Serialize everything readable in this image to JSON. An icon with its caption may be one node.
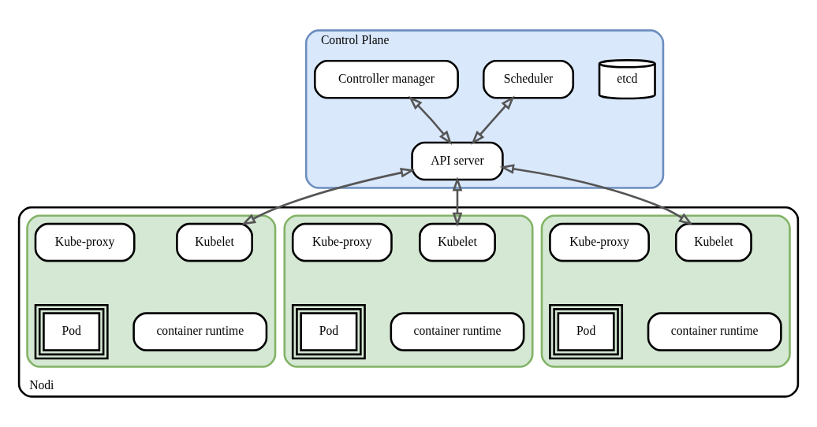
{
  "diagram": {
    "nodes": [
      {
        "text": [
          "Control Plane"
        ]
      },
      {
        "text": [
          "Scheduler"
        ],
        "in": 0
      },
      {
        "text": [
          "Controller manager"
        ],
        "in": 0
      },
      {
        "text": [
          "etcd"
        ],
        "in": 0
      },
      {
        "text": [
          "API server"
        ],
        "in": 0
      },
      {
        "text": [
          "Nodi"
        ]
      },
      {
        "text": [],
        "shape": "box",
        "in": 5
      },
      {
        "text": [
          "Kubelet"
        ],
        "in": 6
      },
      {
        "text": [
          "Kube-proxy"
        ],
        "in": 6
      },
      {
        "text": [
          "container runtime"
        ],
        "in": 6
      },
      {
        "text": [
          "Pod"
        ],
        "in": 6
      },
      {
        "text": [],
        "shape": "box",
        "in": 5
      },
      {
        "text": [
          "Kubelet"
        ],
        "in": 11
      },
      {
        "text": [
          "Kube-proxy"
        ],
        "in": 11
      },
      {
        "text": [
          "container runtime"
        ],
        "in": 11
      },
      {
        "text": [
          "Pod"
        ],
        "in": 11
      },
      {
        "text": [],
        "shape": "box",
        "in": 5
      },
      {
        "text": [
          "Kubelet"
        ],
        "in": 16
      },
      {
        "text": [
          "Kube-proxy"
        ],
        "in": 16
      },
      {
        "text": [
          "container runtime"
        ],
        "in": 16
      },
      {
        "text": [
          "Pod"
        ],
        "in": 16
      }
    ],
    "edges": [
      {
        "from": 1,
        "to": 4,
        "arrow": "both"
      },
      {
        "from": 2,
        "to": 4,
        "arrow": "both"
      },
      {
        "from": 4,
        "to": 7,
        "arrow": "both"
      },
      {
        "from": 4,
        "to": 12,
        "arrow": "both"
      },
      {
        "from": 4,
        "to": 17,
        "arrow": "both"
      }
    ]
  }
}
